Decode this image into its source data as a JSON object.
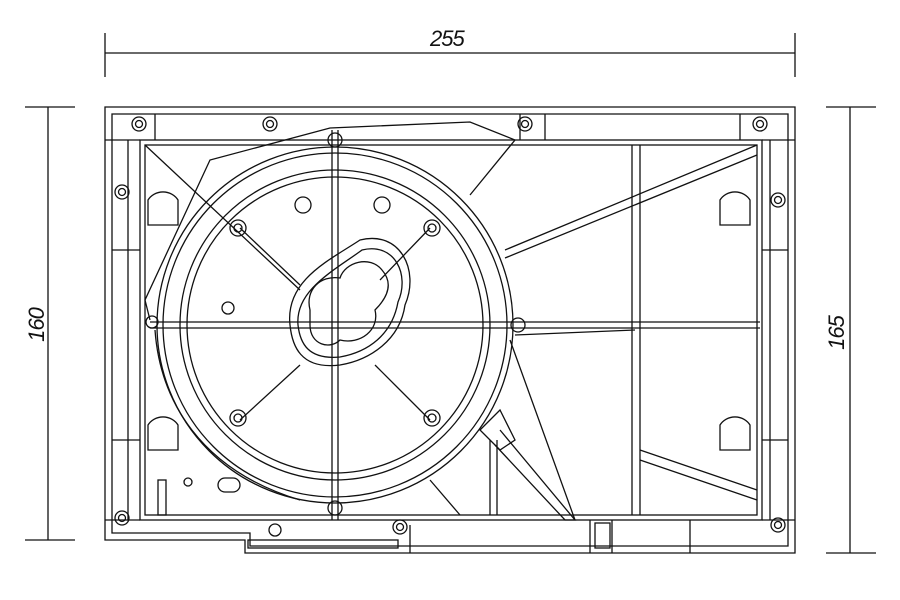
{
  "drawing": {
    "dimensions": {
      "width": "255",
      "height_left": "160",
      "height_right": "165"
    },
    "line_color": "#111111",
    "background": "#ffffff"
  }
}
